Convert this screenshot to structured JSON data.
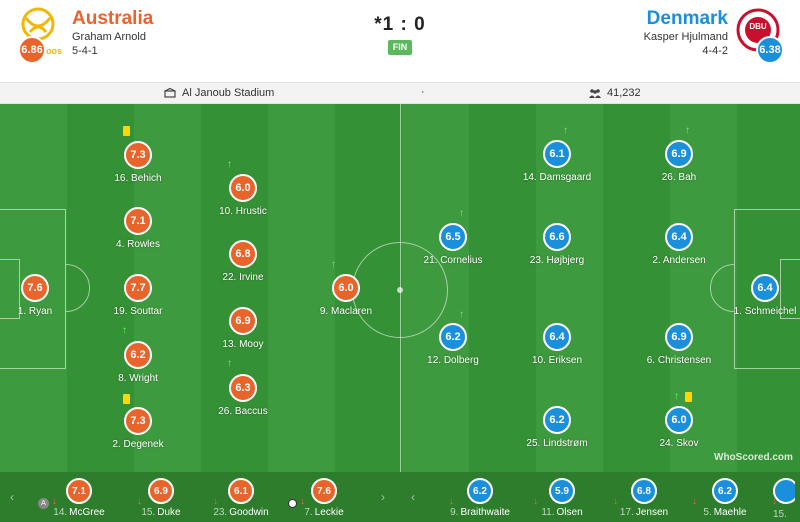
{
  "home": {
    "name": "Australia",
    "manager": "Graham Arnold",
    "formation": "5-4-1",
    "rating": "6.86",
    "color": "#e8642a",
    "crest_text": "oos"
  },
  "away": {
    "name": "Denmark",
    "manager": "Kasper Hjulmand",
    "formation": "4-4-2",
    "rating": "6.38",
    "color": "#1a8fdb",
    "crest_text": "DBU"
  },
  "score": "*1 : 0",
  "status": "FIN",
  "venue": "Al Janoub Stadium",
  "separator": "·",
  "attendance": "41,232",
  "watermark": "WhoScored.com",
  "home_players": [
    {
      "id": "p1",
      "rating": "7.3",
      "label": "16. Behich"
    },
    {
      "id": "p2",
      "rating": "7.1",
      "label": "4. Rowles"
    },
    {
      "id": "p3",
      "rating": "7.7",
      "label": "19. Souttar"
    },
    {
      "id": "p4",
      "rating": "6.2",
      "label": "8. Wright"
    },
    {
      "id": "p5",
      "rating": "7.3",
      "label": "2. Degenek"
    },
    {
      "id": "p6",
      "rating": "6.0",
      "label": "10. Hrustic"
    },
    {
      "id": "p7",
      "rating": "6.8",
      "label": "22. Irvine"
    },
    {
      "id": "p8",
      "rating": "6.9",
      "label": "13. Mooy"
    },
    {
      "id": "p9",
      "rating": "6.3",
      "label": "26. Baccus"
    },
    {
      "id": "p10",
      "rating": "7.6",
      "label": "1. Ryan"
    },
    {
      "id": "p11",
      "rating": "6.0",
      "label": "9. Maclaren"
    }
  ],
  "away_players": [
    {
      "id": "q1",
      "rating": "6.1",
      "label": "14. Damsgaard"
    },
    {
      "id": "q2",
      "rating": "6.9",
      "label": "26. Bah"
    },
    {
      "id": "q3",
      "rating": "6.5",
      "label": "21. Cornelius"
    },
    {
      "id": "q4",
      "rating": "6.6",
      "label": "23. Højbjerg"
    },
    {
      "id": "q5",
      "rating": "6.4",
      "label": "2. Andersen"
    },
    {
      "id": "q6",
      "rating": "6.4",
      "label": "1. Schmeichel"
    },
    {
      "id": "q7",
      "rating": "6.2",
      "label": "12. Dolberg"
    },
    {
      "id": "q8",
      "rating": "6.4",
      "label": "10. Eriksen"
    },
    {
      "id": "q9",
      "rating": "6.9",
      "label": "6. Christensen"
    },
    {
      "id": "q10",
      "rating": "6.2",
      "label": "25. Lindstrøm"
    },
    {
      "id": "q11",
      "rating": "6.0",
      "label": "24. Skov"
    }
  ],
  "home_subs": [
    {
      "rating": "7.1",
      "min": "14.",
      "name": "McGree",
      "badge": "A"
    },
    {
      "rating": "6.9",
      "min": "15.",
      "name": "Duke"
    },
    {
      "rating": "6.1",
      "min": "23.",
      "name": "Goodwin"
    },
    {
      "rating": "7.6",
      "min": "7.",
      "name": "Leckie"
    }
  ],
  "away_subs": [
    {
      "rating": "6.2",
      "min": "9.",
      "name": "Braithwaite"
    },
    {
      "rating": "5.9",
      "min": "11.",
      "name": "Olsen"
    },
    {
      "rating": "6.8",
      "min": "17.",
      "name": "Jensen"
    },
    {
      "rating": "6.2",
      "min": "5.",
      "name": "Maehle"
    },
    {
      "min": "15."
    }
  ],
  "icons": {
    "nav_prev": "‹",
    "nav_next": "›",
    "arrow_up": "↑",
    "arrow_down": "↓"
  }
}
